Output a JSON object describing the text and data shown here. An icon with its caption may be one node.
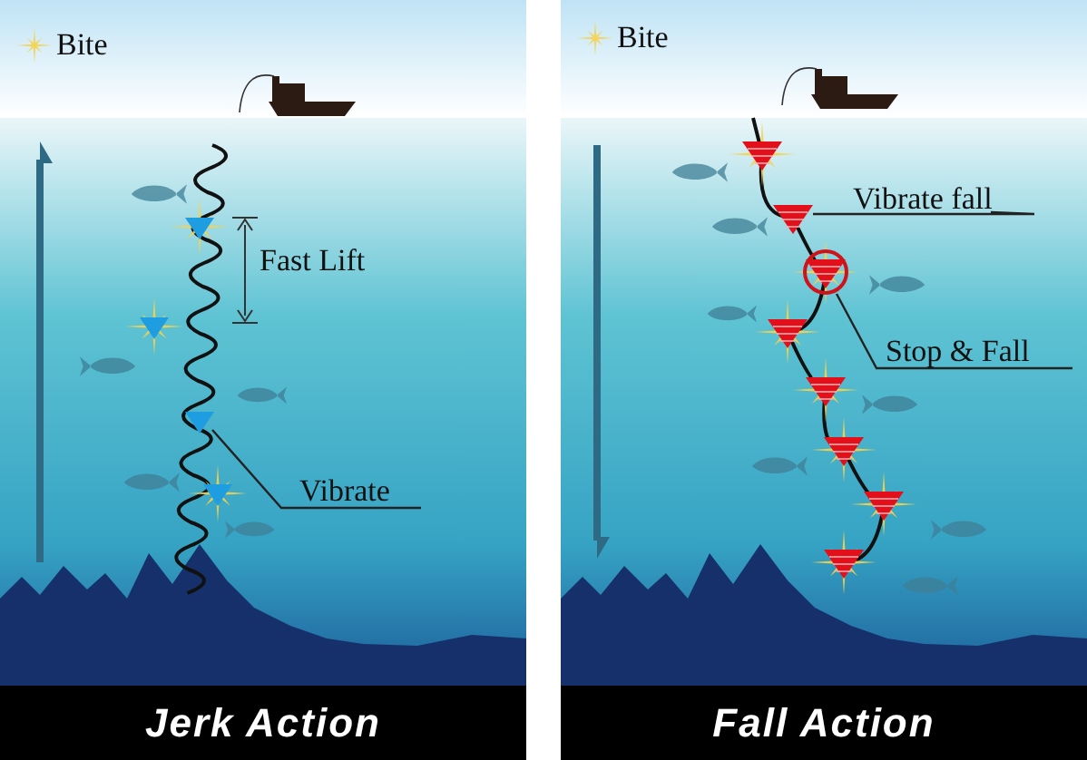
{
  "diagram": {
    "nodes": [
      {
        "text": [
          "Vibrate"
        ]
      },
      {
        "text": [],
        "shape": "picture"
      },
      {
        "text": [
          "Jerk Action"
        ]
      },
      {
        "text": [
          "Vibrate fall"
        ]
      },
      {
        "text": [],
        "shape": "picture"
      },
      {
        "text": [
          "Stop & Fall"
        ]
      },
      {
        "text": [],
        "shape": "circle"
      },
      {
        "text": [
          "Fall Action"
        ]
      }
    ],
    "edges": [
      {
        "from": 0,
        "to": 1,
        "arrow": "none"
      },
      {
        "from": 3,
        "to": 4,
        "arrow": "none"
      },
      {
        "from": 5,
        "to": 6,
        "arrow": "none"
      }
    ],
    "labels": [
      "Fast Lift"
    ],
    "legend": [
      {
        "text": "Bite"
      },
      {
        "text": "Bite"
      }
    ]
  }
}
